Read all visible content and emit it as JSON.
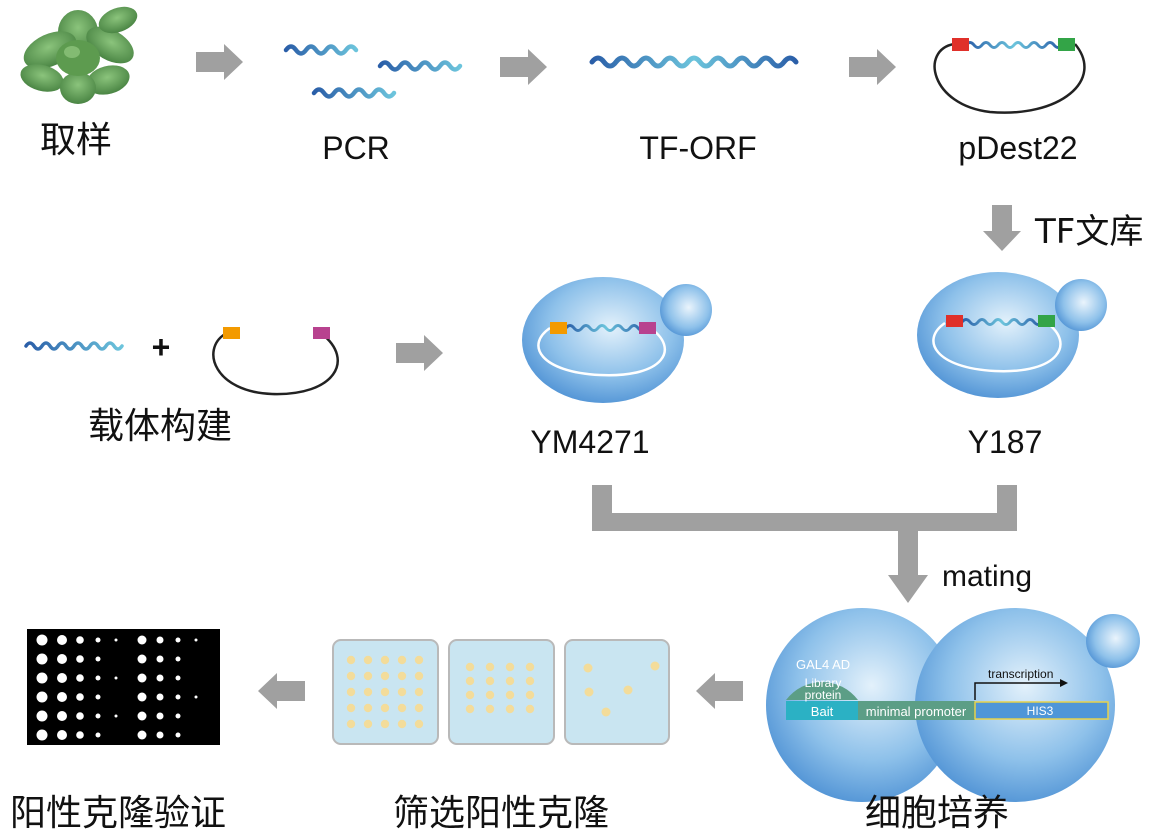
{
  "labels": {
    "sampling": "取样",
    "pcr": "PCR",
    "tf_orf": "TF-ORF",
    "pdest22": "pDest22",
    "tf_library": "TF文库",
    "vector_construction": "载体构建",
    "plus": "+",
    "ym4271": "YM4271",
    "y187": "Y187",
    "mating": "mating",
    "cell_culture": "细胞培养",
    "screen_positive_clones": "筛选阳性克隆",
    "validate_positive_clones": "阳性克隆验证"
  },
  "cell_construct": {
    "gal4_ad": "GAL4 AD",
    "library_protein_line1": "Library",
    "library_protein_line2": "protein",
    "bait": "Bait",
    "minimal_promoter": "minimal promoter",
    "his3": "HIS3",
    "transcription": "transcription"
  },
  "colors": {
    "arrow": "#a0a0a0",
    "dna_dark": "#2a5ea8",
    "dna_light": "#6cc4dc",
    "marker_red": "#e0302a",
    "marker_green": "#33a447",
    "marker_orange": "#f39a00",
    "marker_magenta": "#b8428f",
    "cell": "#4a94d6",
    "plate": "#c9e5f1",
    "colony": "#f3dc9a",
    "bait": "#2bb1c4",
    "promoter": "#5c9e86",
    "his3_border": "#e6d24a"
  }
}
